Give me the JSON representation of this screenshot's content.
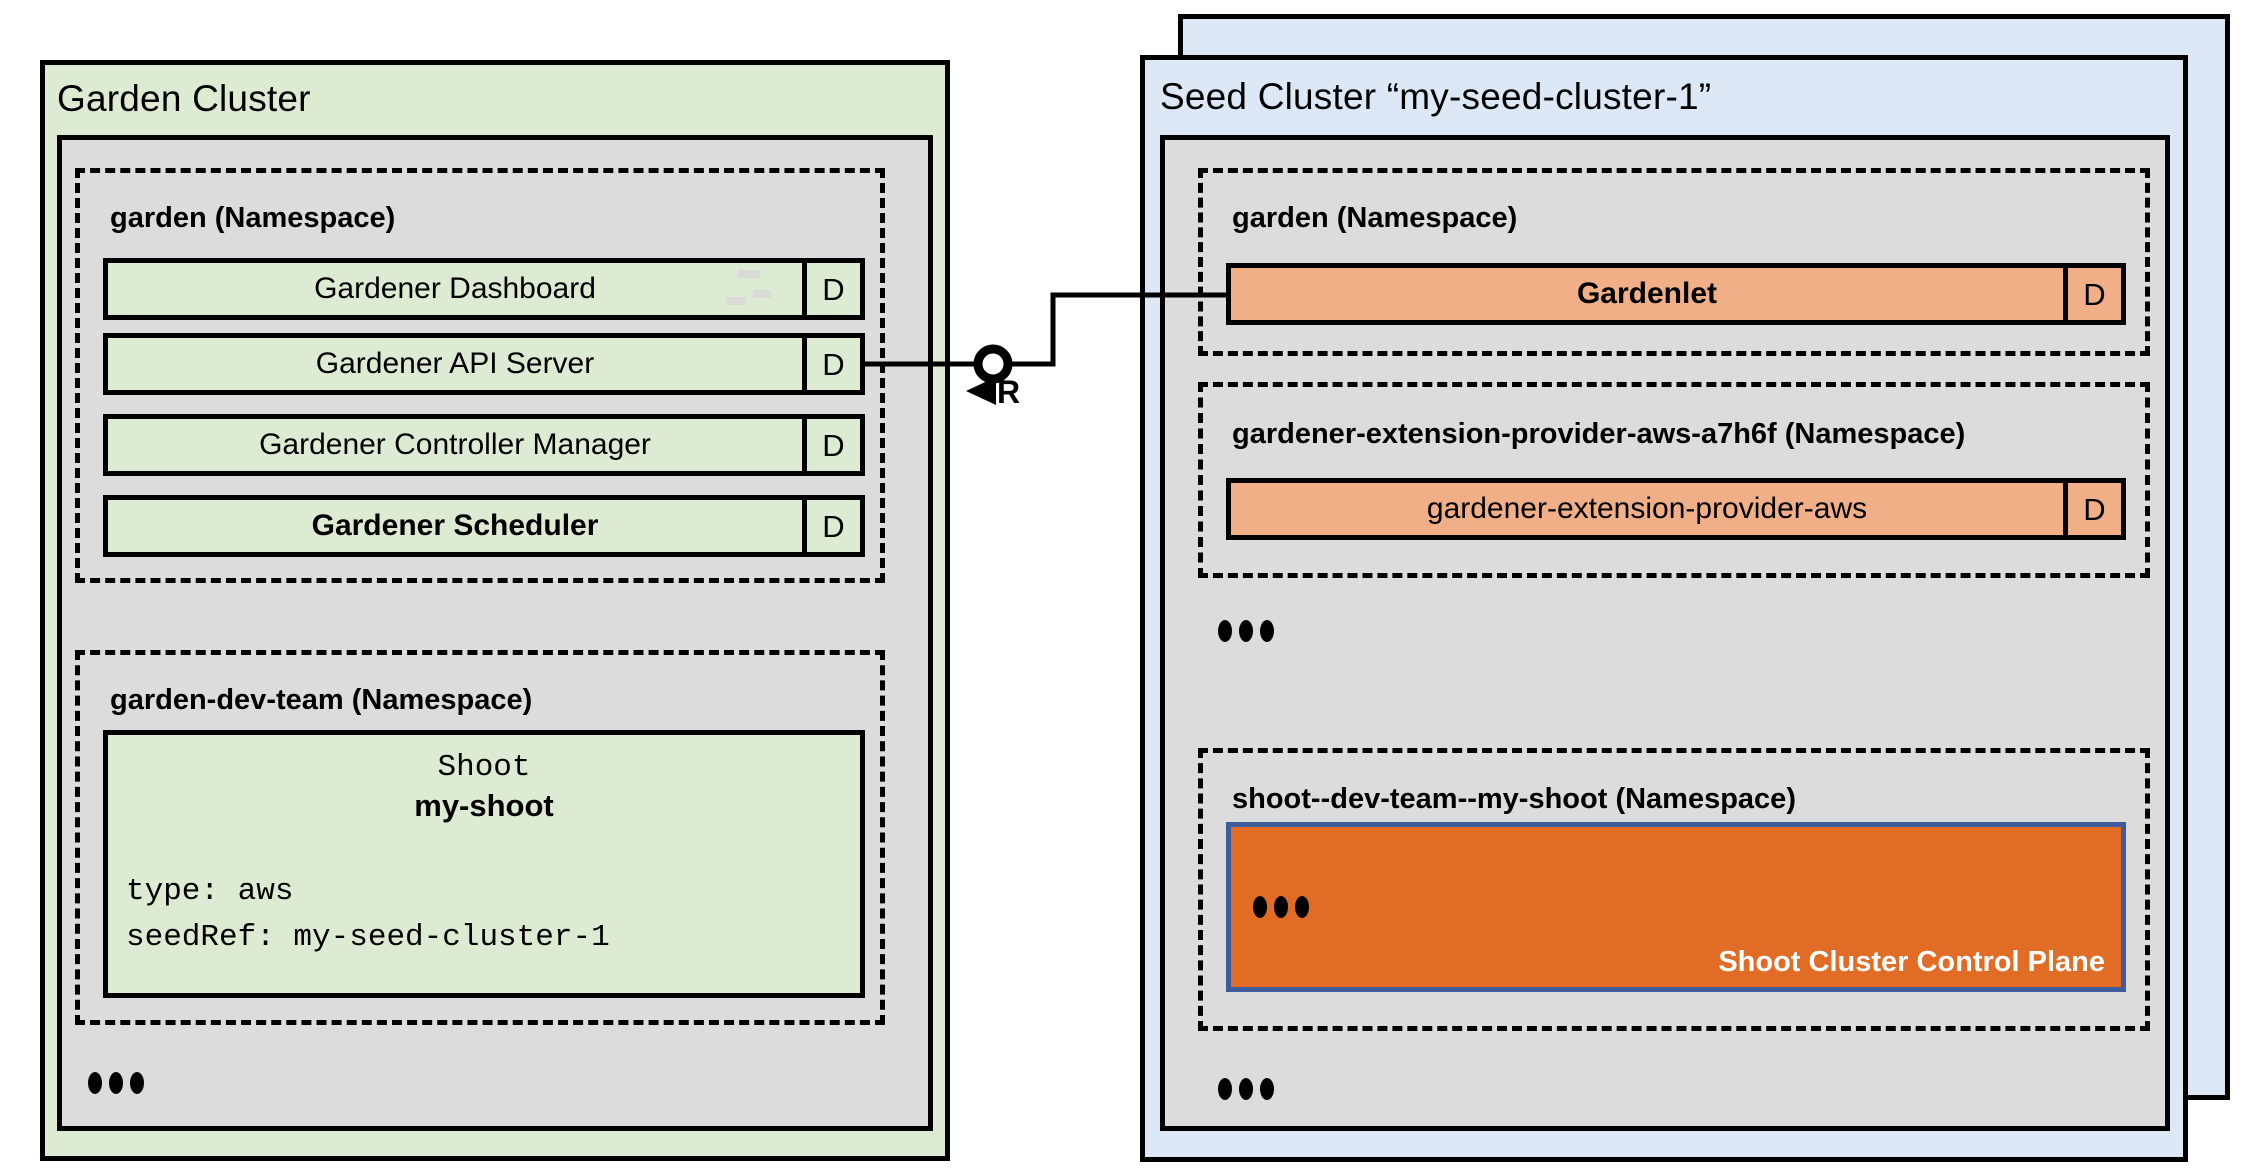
{
  "diagram": {
    "title": "Gardener Garden Cluster and Seed Cluster architecture",
    "colors": {
      "garden_cluster_fill": "#DEEBD3",
      "seed_cluster_fill": "#DCE8F6",
      "cluster_body_fill": "#DCDCDC",
      "component_green": "#DEEBD3",
      "component_orange": "#F0AF87",
      "control_plane_fill": "#E06C25",
      "control_plane_border": "#3F5C9B",
      "outline": "#000000"
    }
  },
  "garden_cluster": {
    "title": "Garden Cluster",
    "namespaces": [
      {
        "name": "garden (Namespace)",
        "components": [
          {
            "label": "Gardener Dashboard",
            "badge": "D",
            "bold": false
          },
          {
            "label": "Gardener API Server",
            "badge": "D",
            "bold": false
          },
          {
            "label": "Gardener Controller Manager",
            "badge": "D",
            "bold": false
          },
          {
            "label": "Gardener Scheduler",
            "badge": "D",
            "bold": true
          }
        ]
      },
      {
        "name": "garden-dev-team (Namespace)",
        "resource": {
          "kind": "Shoot",
          "name": "my-shoot",
          "spec_lines": [
            "type: aws",
            "seedRef: my-seed-cluster-1"
          ]
        }
      }
    ],
    "more_indicator": "..."
  },
  "seed_cluster": {
    "title": "Seed Cluster “my-seed-cluster-1”",
    "namespaces": [
      {
        "name": "garden (Namespace)",
        "components": [
          {
            "label": "Gardenlet",
            "badge": "D",
            "bold": true
          }
        ]
      },
      {
        "name": "gardener-extension-provider-aws-a7h6f (Namespace)",
        "components": [
          {
            "label": "gardener-extension-provider-aws",
            "badge": "D",
            "bold": false
          }
        ]
      },
      {
        "name": "shoot--dev-team--my-shoot (Namespace)",
        "control_plane": {
          "label": "Shoot Cluster Control Plane",
          "more_indicator": "..."
        }
      }
    ],
    "more_indicator_middle": "...",
    "more_indicator_bottom": "..."
  },
  "connector": {
    "from": "Gardener API Server",
    "to": "Gardenlet",
    "interface_label": "R",
    "symbol": "required-interface-socket"
  }
}
